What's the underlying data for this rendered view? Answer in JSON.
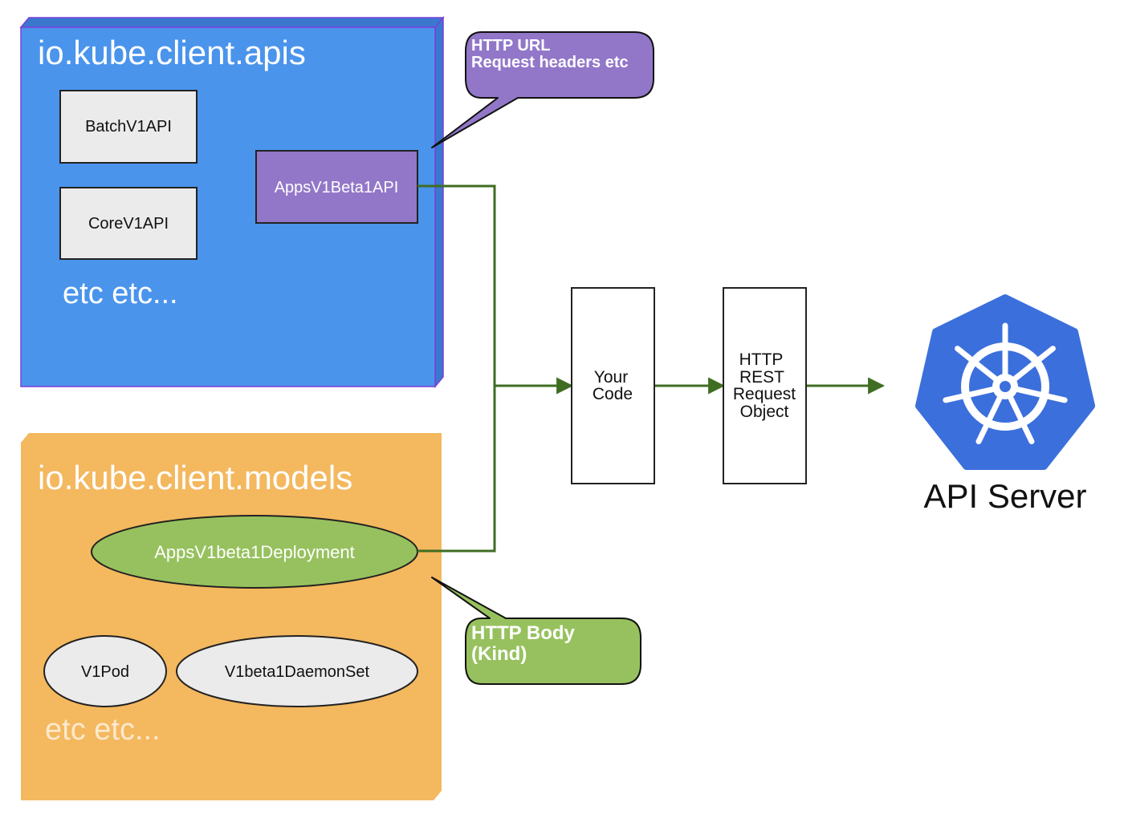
{
  "apis_package": {
    "title": "io.kube.client.apis",
    "color": "#4a94ec",
    "items": [
      "BatchV1API",
      "CoreV1API"
    ],
    "highlight": "AppsV1Beta1API",
    "more": "etc etc..."
  },
  "models_package": {
    "title": "io.kube.client.models",
    "color": "#f4b85f",
    "highlight": "AppsV1beta1Deployment",
    "items": [
      "V1Pod",
      "V1beta1DaemonSet"
    ],
    "more": "etc etc..."
  },
  "callouts": {
    "url": {
      "lines": [
        "HTTP URL",
        "Request headers etc"
      ],
      "color": "#9277c8"
    },
    "body": {
      "lines": [
        "HTTP Body",
        "(Kind)"
      ],
      "color": "#97c15e"
    }
  },
  "flow": {
    "your_code": [
      "Your",
      "Code"
    ],
    "http_request": [
      "HTTP",
      "REST",
      "Request",
      "Object"
    ],
    "arrow_color": "#3f6d22"
  },
  "api_server": {
    "label": "API Server",
    "logo_color": "#3b6fdc",
    "icon": "kubernetes-helm-icon"
  }
}
